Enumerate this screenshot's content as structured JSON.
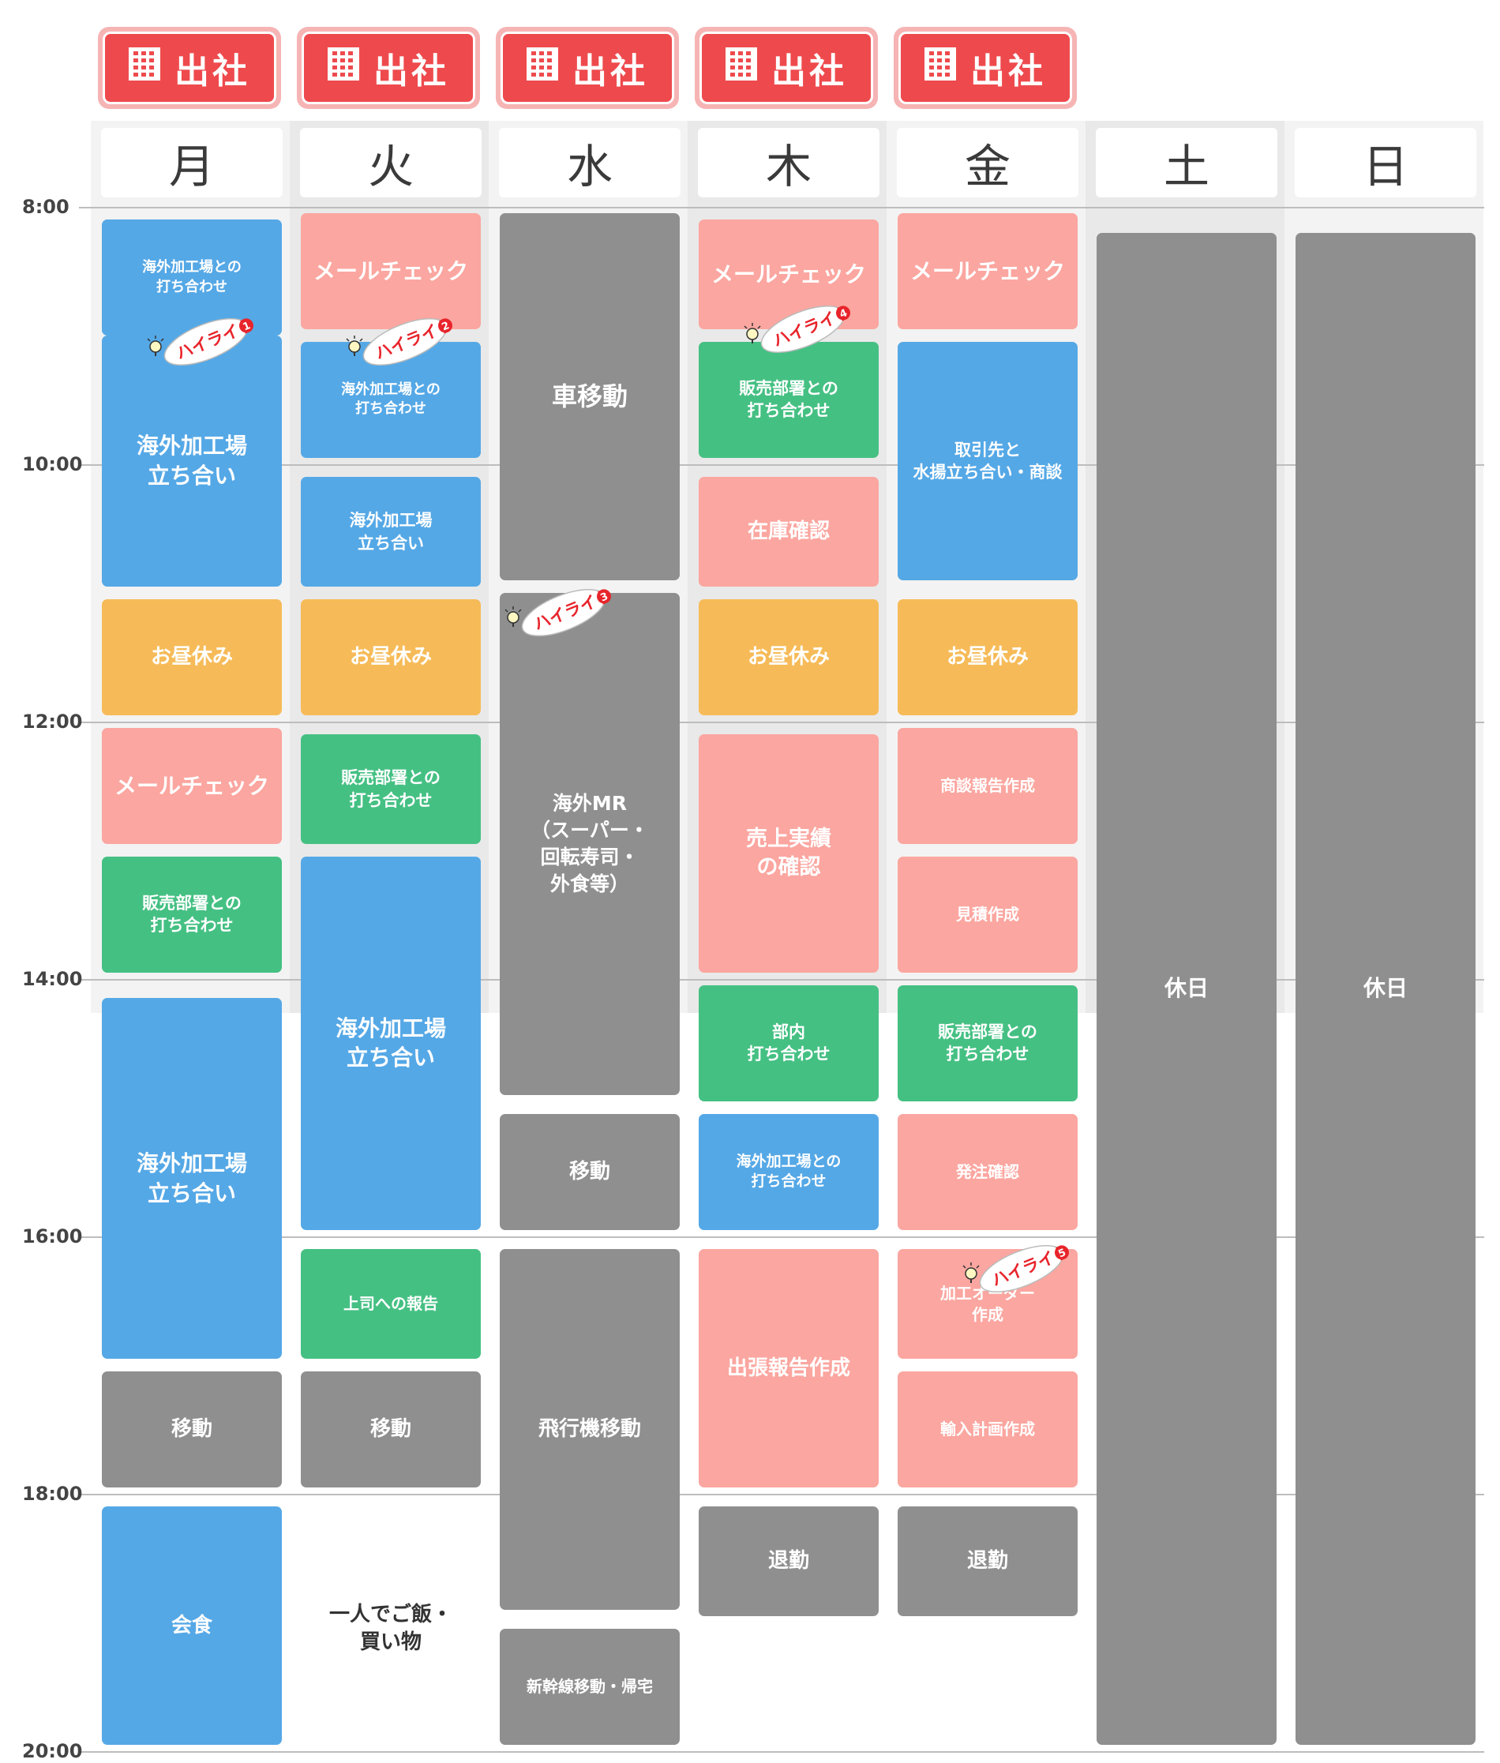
{
  "colors": {
    "blue": "#55a8e6",
    "pink": "#fba6a0",
    "orange": "#f6bb58",
    "green": "#45c083",
    "gray": "#8f8f8f",
    "office_red": "#ee4a4d"
  },
  "office_badge": {
    "icon": "building-icon",
    "label": "出社"
  },
  "time_labels": [
    "8:00",
    "10:00",
    "12:00",
    "14:00",
    "16:00",
    "18:00",
    "20:00"
  ],
  "days": [
    {
      "name": "月",
      "office": true,
      "blocks": [
        {
          "start": 8.1,
          "end": 9.0,
          "text": "海外加工場との\n打ち合わせ",
          "color": "blue",
          "size": 18
        },
        {
          "start": 9.0,
          "end": 10.95,
          "text": "海外加工場\n立ち合い",
          "color": "blue",
          "size": 28
        },
        {
          "start": 11.05,
          "end": 11.95,
          "text": "お昼休み",
          "color": "orange",
          "size": 26
        },
        {
          "start": 12.05,
          "end": 12.95,
          "text": "メールチェック",
          "color": "pink",
          "size": 28
        },
        {
          "start": 13.05,
          "end": 13.95,
          "text": "販売部署との\n打ち合わせ",
          "color": "green",
          "size": 21
        },
        {
          "start": 14.15,
          "end": 16.95,
          "text": "海外加工場\n立ち合い",
          "color": "blue",
          "size": 28
        },
        {
          "start": 17.05,
          "end": 17.95,
          "text": "移動",
          "color": "gray",
          "size": 26
        },
        {
          "start": 18.1,
          "end": 19.95,
          "text": "会食",
          "color": "blue",
          "size": 26
        }
      ]
    },
    {
      "name": "火",
      "office": true,
      "blocks": [
        {
          "start": 8.05,
          "end": 8.95,
          "text": "メールチェック",
          "color": "pink",
          "size": 28
        },
        {
          "start": 9.05,
          "end": 9.95,
          "text": "海外加工場との\n打ち合わせ",
          "color": "blue",
          "size": 18
        },
        {
          "start": 10.1,
          "end": 10.95,
          "text": "海外加工場\n立ち合い",
          "color": "blue",
          "size": 21
        },
        {
          "start": 11.05,
          "end": 11.95,
          "text": "お昼休み",
          "color": "orange",
          "size": 26
        },
        {
          "start": 12.1,
          "end": 12.95,
          "text": "販売部署との\n打ち合わせ",
          "color": "green",
          "size": 21
        },
        {
          "start": 13.05,
          "end": 15.95,
          "text": "海外加工場\n立ち合い",
          "color": "blue",
          "size": 28
        },
        {
          "start": 16.1,
          "end": 16.95,
          "text": "上司への報告",
          "color": "green",
          "size": 20
        },
        {
          "start": 17.05,
          "end": 17.95,
          "text": "移動",
          "color": "gray",
          "size": 26
        },
        {
          "start": 18.1,
          "end": 20.0,
          "text": "一人でご飯・\n買い物",
          "color": "none",
          "size": 26
        }
      ]
    },
    {
      "name": "水",
      "office": true,
      "blocks": [
        {
          "start": 8.05,
          "end": 10.9,
          "text": "車移動",
          "color": "gray",
          "size": 32
        },
        {
          "start": 11.0,
          "end": 14.9,
          "text": "海外MR\n（スーパー・\n回転寿司・\n外食等）",
          "color": "gray",
          "size": 25
        },
        {
          "start": 15.05,
          "end": 15.95,
          "text": "移動",
          "color": "gray",
          "size": 26
        },
        {
          "start": 16.1,
          "end": 18.9,
          "text": "飛行機移動",
          "color": "gray",
          "size": 26
        },
        {
          "start": 19.05,
          "end": 19.95,
          "text": "新幹線移動・帰宅",
          "color": "gray",
          "size": 20
        }
      ]
    },
    {
      "name": "木",
      "office": true,
      "blocks": [
        {
          "start": 8.1,
          "end": 8.95,
          "text": "メールチェック",
          "color": "pink",
          "size": 28
        },
        {
          "start": 9.05,
          "end": 9.95,
          "text": "販売部署との\n打ち合わせ",
          "color": "green",
          "size": 21
        },
        {
          "start": 10.1,
          "end": 10.95,
          "text": "在庫確認",
          "color": "pink",
          "size": 26
        },
        {
          "start": 11.05,
          "end": 11.95,
          "text": "お昼休み",
          "color": "orange",
          "size": 26
        },
        {
          "start": 12.1,
          "end": 13.95,
          "text": "売上実績\nの確認",
          "color": "pink",
          "size": 27
        },
        {
          "start": 14.05,
          "end": 14.95,
          "text": "部内\n打ち合わせ",
          "color": "green",
          "size": 21
        },
        {
          "start": 15.05,
          "end": 15.95,
          "text": "海外加工場との\n打ち合わせ",
          "color": "blue",
          "size": 19
        },
        {
          "start": 16.1,
          "end": 17.95,
          "text": "出張報告作成",
          "color": "pink",
          "size": 26
        },
        {
          "start": 18.1,
          "end": 18.95,
          "text": "退勤",
          "color": "gray",
          "size": 26
        }
      ]
    },
    {
      "name": "金",
      "office": true,
      "blocks": [
        {
          "start": 8.05,
          "end": 8.95,
          "text": "メールチェック",
          "color": "pink",
          "size": 28
        },
        {
          "start": 9.05,
          "end": 10.9,
          "text": "取引先と\n水揚立ち合い・商談",
          "color": "blue",
          "size": 21
        },
        {
          "start": 11.05,
          "end": 11.95,
          "text": "お昼休み",
          "color": "orange",
          "size": 26
        },
        {
          "start": 12.05,
          "end": 12.95,
          "text": "商談報告作成",
          "color": "pink",
          "size": 20
        },
        {
          "start": 13.05,
          "end": 13.95,
          "text": "見積作成",
          "color": "pink",
          "size": 20
        },
        {
          "start": 14.05,
          "end": 14.95,
          "text": "販売部署との\n打ち合わせ",
          "color": "green",
          "size": 21
        },
        {
          "start": 15.05,
          "end": 15.95,
          "text": "発注確認",
          "color": "pink",
          "size": 20
        },
        {
          "start": 16.1,
          "end": 16.95,
          "text": "加工オーダー\n作成",
          "color": "pink",
          "size": 20
        },
        {
          "start": 17.05,
          "end": 17.95,
          "text": "輸入計画作成",
          "color": "pink",
          "size": 20
        },
        {
          "start": 18.1,
          "end": 18.95,
          "text": "退勤",
          "color": "gray",
          "size": 26
        }
      ]
    },
    {
      "name": "土",
      "office": false,
      "blocks": [
        {
          "start": 8.2,
          "end": 19.95,
          "text": "休日",
          "color": "gray",
          "size": 28
        }
      ]
    },
    {
      "name": "日",
      "office": false,
      "blocks": [
        {
          "start": 8.2,
          "end": 19.95,
          "text": "休日",
          "color": "gray",
          "size": 28
        }
      ]
    }
  ],
  "highlights": [
    {
      "label": "ハイライト",
      "number": "1",
      "day": 0,
      "time": 9.1,
      "offset": -0.35
    },
    {
      "label": "ハイライト",
      "number": "2",
      "day": 1,
      "time": 9.1,
      "offset": -0.35
    },
    {
      "label": "ハイライト",
      "number": "3",
      "day": 2,
      "time": 11.2,
      "offset": -0.55
    },
    {
      "label": "ハイライト",
      "number": "4",
      "day": 3,
      "time": 9.0,
      "offset": -0.35
    },
    {
      "label": "ハイライト",
      "number": "5",
      "day": 4,
      "time": 16.3,
      "offset": -0.25
    }
  ]
}
